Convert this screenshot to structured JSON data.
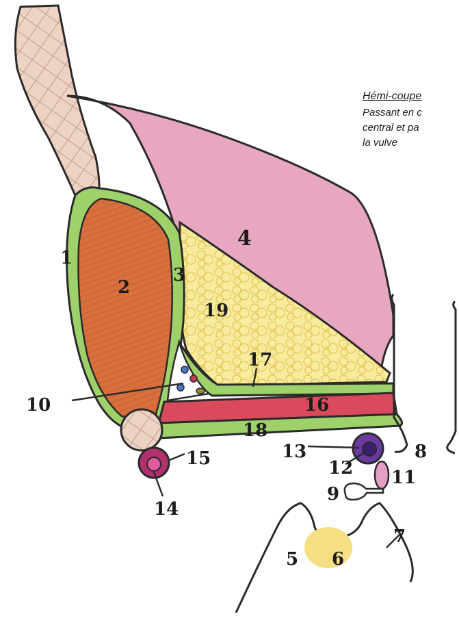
{
  "caption": {
    "title": "Hémi-coupe",
    "lines": [
      "Passant en  c",
      "central et pa",
      "la vulve"
    ]
  },
  "labels": {
    "n1": "1",
    "n2": "2",
    "n3": "3",
    "n4": "4",
    "n5": "5",
    "n6": "6",
    "n7": "7",
    "n8": "8",
    "n9": "9",
    "n10": "10",
    "n11": "11",
    "n12": "12",
    "n13": "13",
    "n14": "14",
    "n15": "15",
    "n16": "16",
    "n17": "17",
    "n18": "18",
    "n19": "19"
  },
  "colors": {
    "outline": "#2a2a2a",
    "fascia": "#9fcf6a",
    "muscle_red_brown": "#d9703e",
    "pink_muscle": "#e6a2bf",
    "fat_yellow": "#f6e39a",
    "red_muscle": "#d94a5c",
    "bone_beige": "#e3c8b8",
    "purple": "#5b3a8c",
    "magenta": "#b3306e"
  }
}
